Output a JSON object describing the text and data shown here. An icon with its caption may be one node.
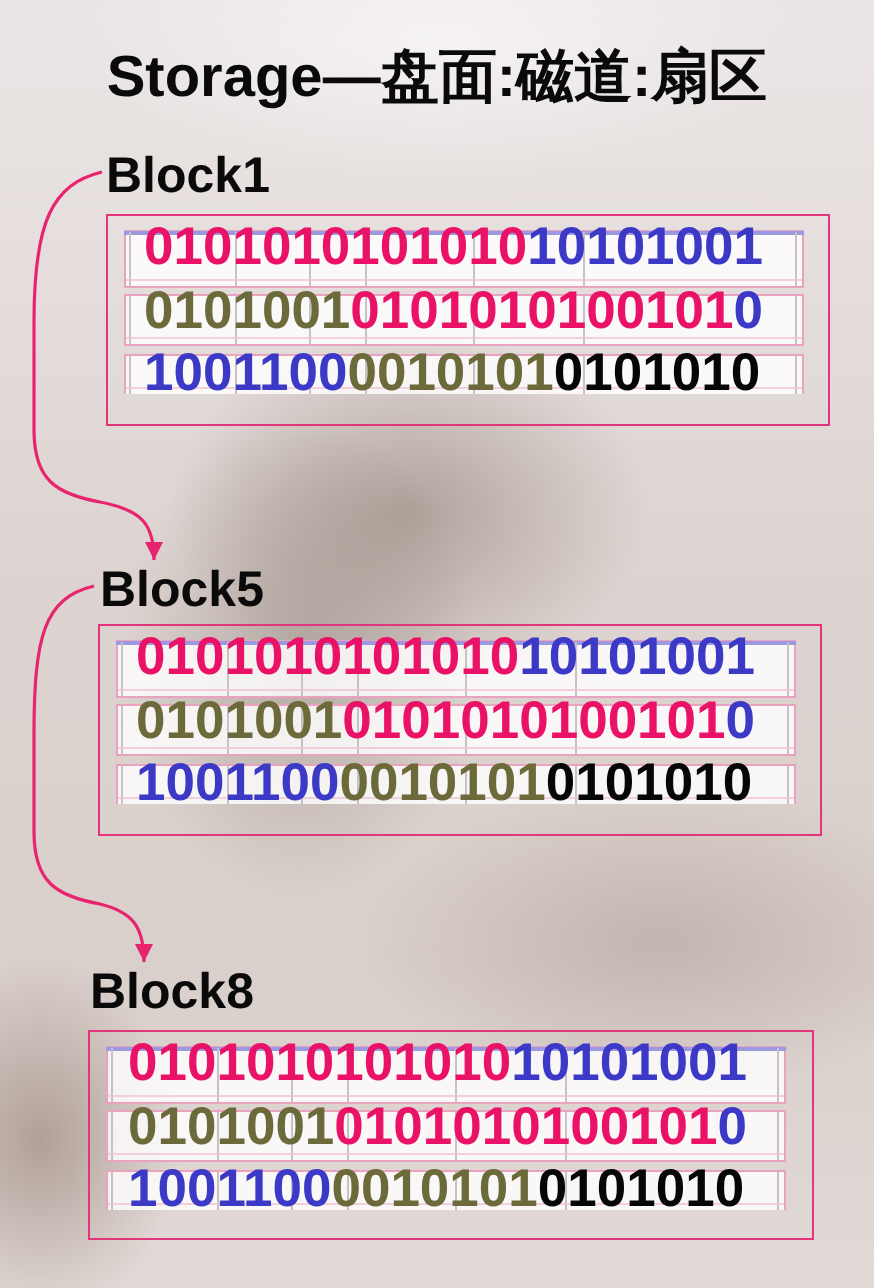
{
  "diagram": {
    "title": "Storage—盘面:磁道:扇区",
    "nodes": [
      {
        "text": [
          "Block1",
          "0101010101010",
          "10101001",
          "0101001",
          "0101010100101",
          "0",
          "1001100",
          "0010101",
          "0101010"
        ]
      },
      {
        "text": [
          "Block5",
          "0101010101010",
          "10101001",
          "0101001",
          "0101010100101",
          "0",
          "1001100",
          "0010101",
          "0101010"
        ]
      },
      {
        "text": [
          "Block8",
          "0101010101010",
          "10101001",
          "0101001",
          "0101010100101",
          "0",
          "1001100",
          "0010101",
          "0101010"
        ]
      }
    ],
    "edges": [
      {
        "from": 0,
        "to": 1,
        "arrow": "to"
      },
      {
        "from": 1,
        "to": 2,
        "arrow": "to"
      }
    ]
  }
}
